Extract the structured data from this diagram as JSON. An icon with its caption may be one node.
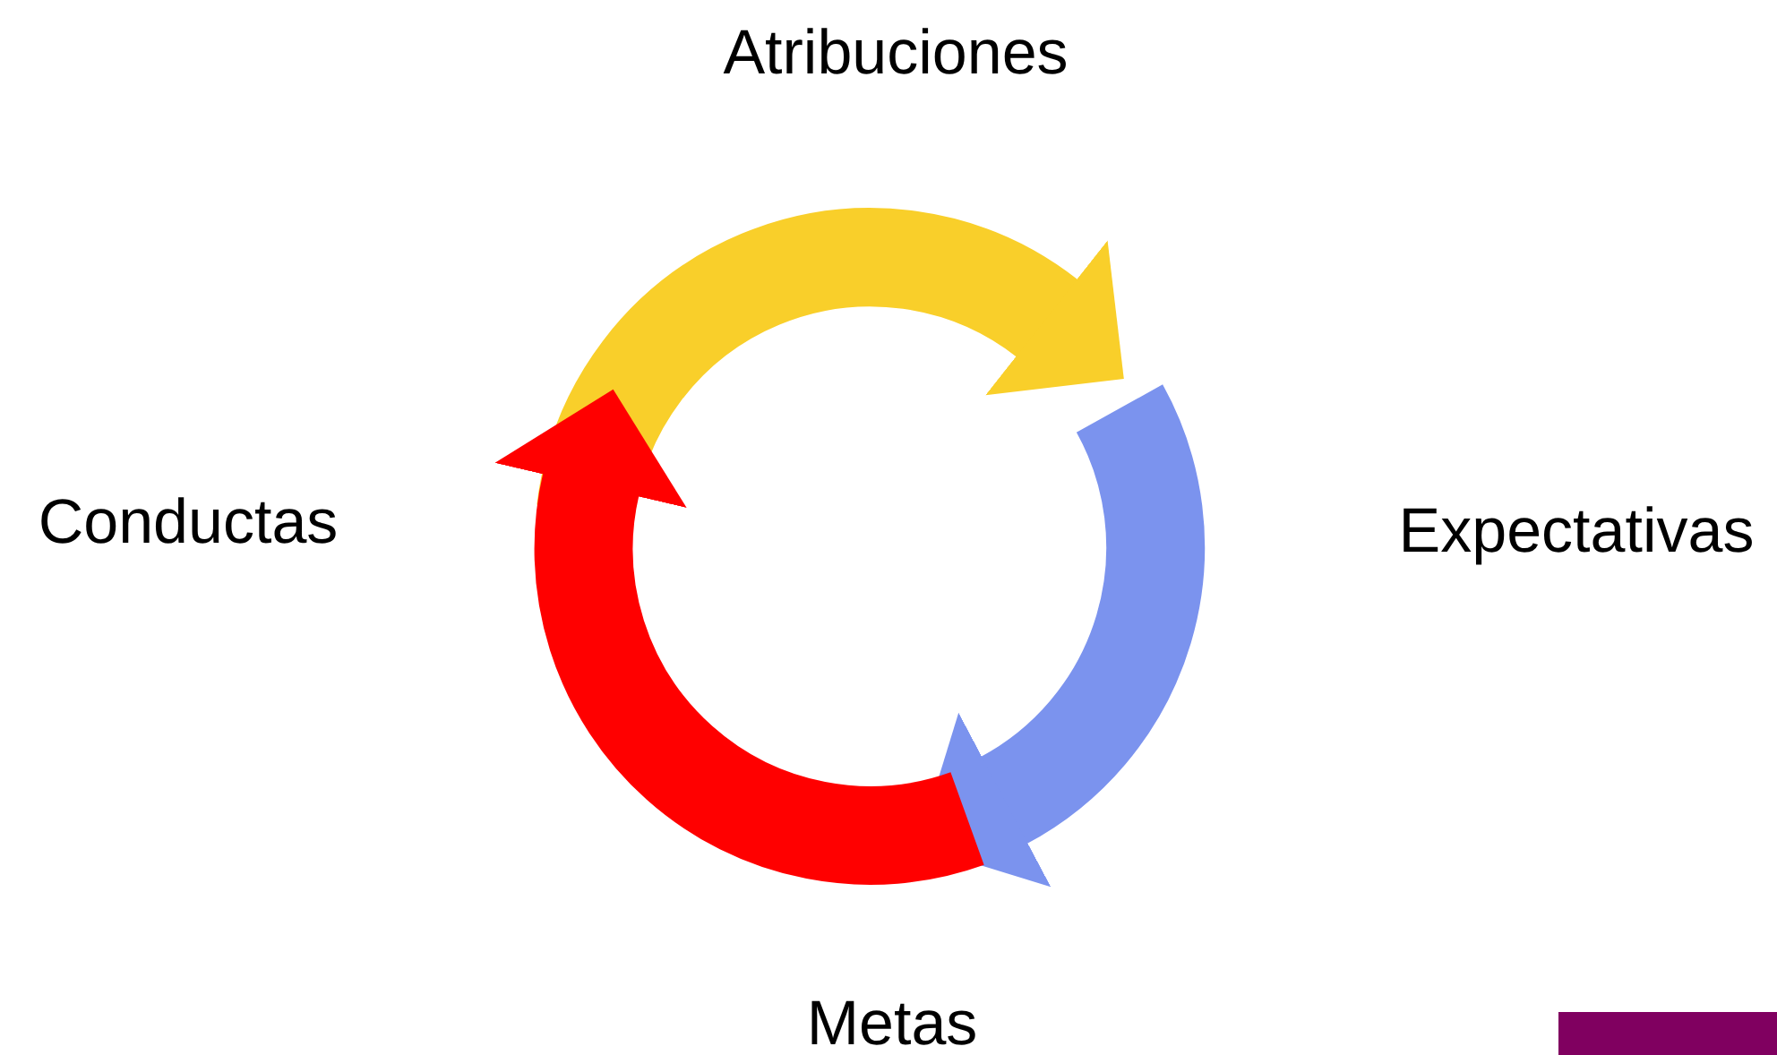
{
  "diagram": {
    "labels": [
      "Atribuciones",
      "Conductas",
      "Expectativas",
      "Metas"
    ]
  }
}
